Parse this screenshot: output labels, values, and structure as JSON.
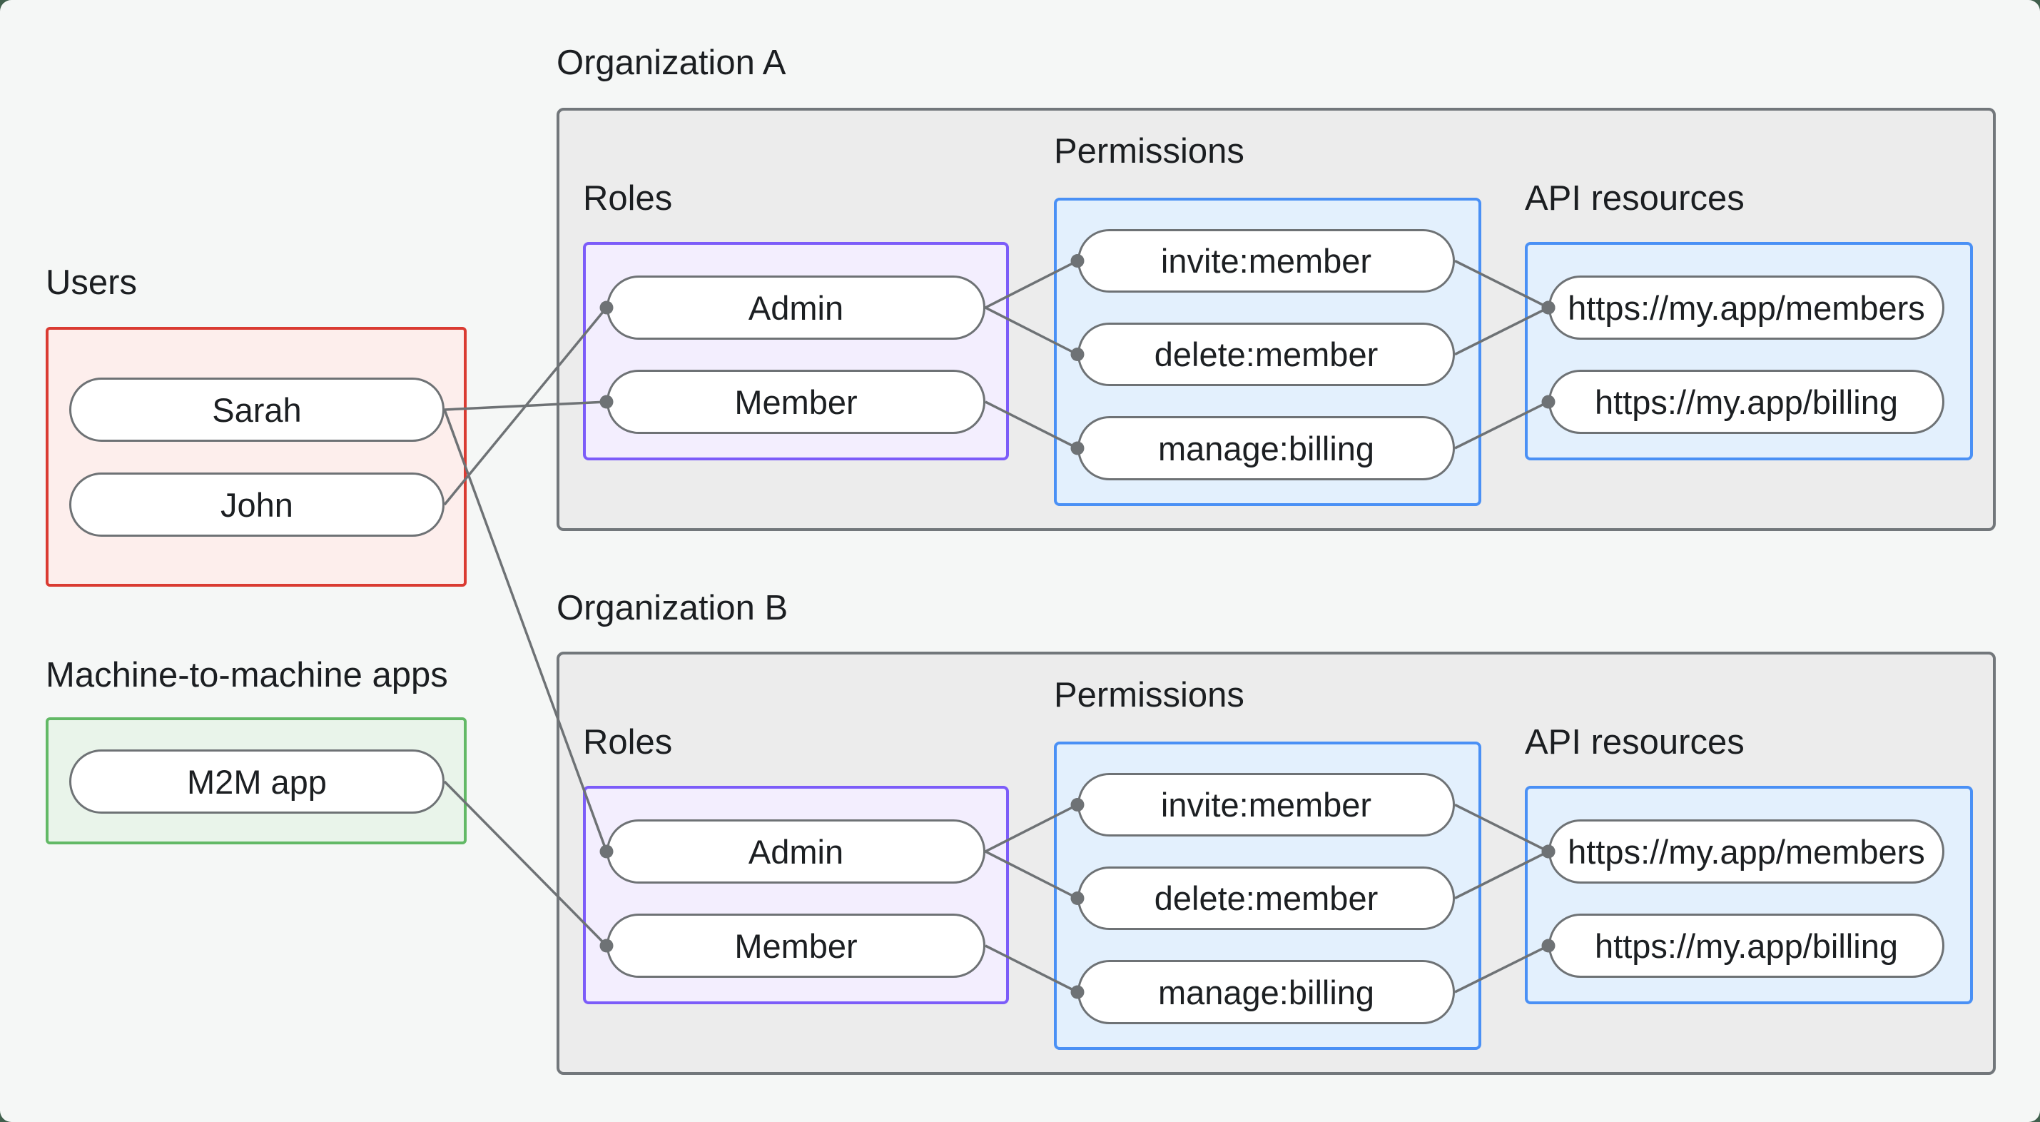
{
  "colors": {
    "outer": "#41604d",
    "canvas_bg": "#f5f7f6",
    "container_fill": "#ececec",
    "container_border": "#72777b",
    "users_border": "#da3b32",
    "users_fill": "#fdeeec",
    "m2m_border": "#62b966",
    "m2m_fill": "#e9f4ea",
    "roles_border": "#7c5cf9",
    "roles_fill": "#f3eefe",
    "blue_border": "#4a90f5",
    "blue_fill": "#e3f0fd",
    "pill_border": "#6e7275",
    "pill_fill": "#ffffff",
    "line": "#6e7275",
    "text": "#1b1e21"
  },
  "users_group": {
    "label": "Users",
    "nodes": [
      {
        "id": "user-sarah",
        "label": "Sarah"
      },
      {
        "id": "user-john",
        "label": "John"
      }
    ]
  },
  "m2m_group": {
    "label": "Machine-to-machine apps",
    "nodes": [
      {
        "id": "m2m-app",
        "label": "M2M app"
      }
    ]
  },
  "organizations": [
    {
      "label": "Organization A",
      "roles_label": "Roles",
      "permissions_label": "Permissions",
      "api_label": "API resources",
      "roles": [
        {
          "id": "orgA-role-admin",
          "label": "Admin"
        },
        {
          "id": "orgA-role-member",
          "label": "Member"
        }
      ],
      "permissions": [
        {
          "id": "orgA-perm-invite",
          "label": "invite:member"
        },
        {
          "id": "orgA-perm-delete",
          "label": "delete:member"
        },
        {
          "id": "orgA-perm-manage",
          "label": "manage:billing"
        }
      ],
      "api_resources": [
        {
          "id": "orgA-api-members",
          "label": "https://my.app/members"
        },
        {
          "id": "orgA-api-billing",
          "label": "https://my.app/billing"
        }
      ]
    },
    {
      "label": "Organization B",
      "roles_label": "Roles",
      "permissions_label": "Permissions",
      "api_label": "API resources",
      "roles": [
        {
          "id": "orgB-role-admin",
          "label": "Admin"
        },
        {
          "id": "orgB-role-member",
          "label": "Member"
        }
      ],
      "permissions": [
        {
          "id": "orgB-perm-invite",
          "label": "invite:member"
        },
        {
          "id": "orgB-perm-delete",
          "label": "delete:member"
        },
        {
          "id": "orgB-perm-manage",
          "label": "manage:billing"
        }
      ],
      "api_resources": [
        {
          "id": "orgB-api-members",
          "label": "https://my.app/members"
        },
        {
          "id": "orgB-api-billing",
          "label": "https://my.app/billing"
        }
      ]
    }
  ],
  "edges": [
    {
      "from": "user-sarah",
      "to": "orgA-role-member"
    },
    {
      "from": "user-john",
      "to": "orgA-role-admin"
    },
    {
      "from": "user-sarah",
      "to": "orgB-role-admin"
    },
    {
      "from": "m2m-app",
      "to": "orgB-role-member"
    },
    {
      "from": "orgA-role-admin",
      "to": "orgA-perm-invite"
    },
    {
      "from": "orgA-role-admin",
      "to": "orgA-perm-delete"
    },
    {
      "from": "orgA-role-member",
      "to": "orgA-perm-manage"
    },
    {
      "from": "orgA-perm-invite",
      "to": "orgA-api-members"
    },
    {
      "from": "orgA-perm-delete",
      "to": "orgA-api-members"
    },
    {
      "from": "orgA-perm-manage",
      "to": "orgA-api-billing"
    },
    {
      "from": "orgB-role-admin",
      "to": "orgB-perm-invite"
    },
    {
      "from": "orgB-role-admin",
      "to": "orgB-perm-delete"
    },
    {
      "from": "orgB-role-member",
      "to": "orgB-perm-manage"
    },
    {
      "from": "orgB-perm-invite",
      "to": "orgB-api-members"
    },
    {
      "from": "orgB-perm-delete",
      "to": "orgB-api-members"
    },
    {
      "from": "orgB-perm-manage",
      "to": "orgB-api-billing"
    }
  ]
}
